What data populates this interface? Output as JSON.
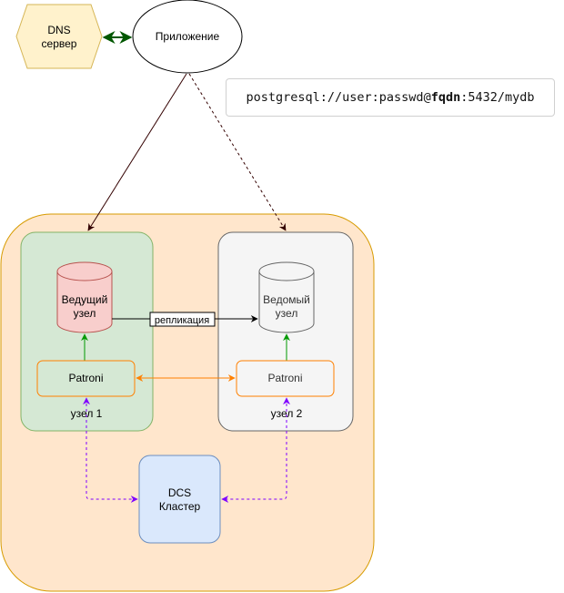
{
  "diagram": {
    "dns_server": {
      "line1": "DNS",
      "line2": "сервер"
    },
    "application": {
      "label": "Приложение"
    },
    "connection_string": {
      "prefix": "postgresql://user:passwd@",
      "host": "fqdn",
      "suffix": ":5432/mydb"
    },
    "node1": {
      "label": "узел 1",
      "db": {
        "line1": "Ведущий",
        "line2": "узел"
      },
      "patroni": "Patroni"
    },
    "node2": {
      "label": "узел 2",
      "db": {
        "line1": "Ведомый",
        "line2": "узел"
      },
      "patroni": "Patroni"
    },
    "replication_label": "репликация",
    "dcs": {
      "line1": "DCS",
      "line2": "Кластер"
    },
    "colors": {
      "cluster_fill": "#ffe6cc",
      "cluster_stroke": "#d79b00",
      "node1_fill": "#d5e8d4",
      "node1_stroke": "#82b366",
      "node2_fill": "#f5f5f5",
      "node2_stroke": "#666666",
      "primary_db_fill": "#f8cecc",
      "primary_db_stroke": "#b85450",
      "dns_fill": "#fff2cc",
      "dns_stroke": "#d6b656",
      "dcs_fill": "#dae8fc",
      "dcs_stroke": "#6c8ebf",
      "patroni_stroke": "#ff8000",
      "dcs_link": "#7f00ff",
      "patroni_db_link": "#009900",
      "dns_link": "#005700",
      "app_link": "#330000"
    }
  }
}
